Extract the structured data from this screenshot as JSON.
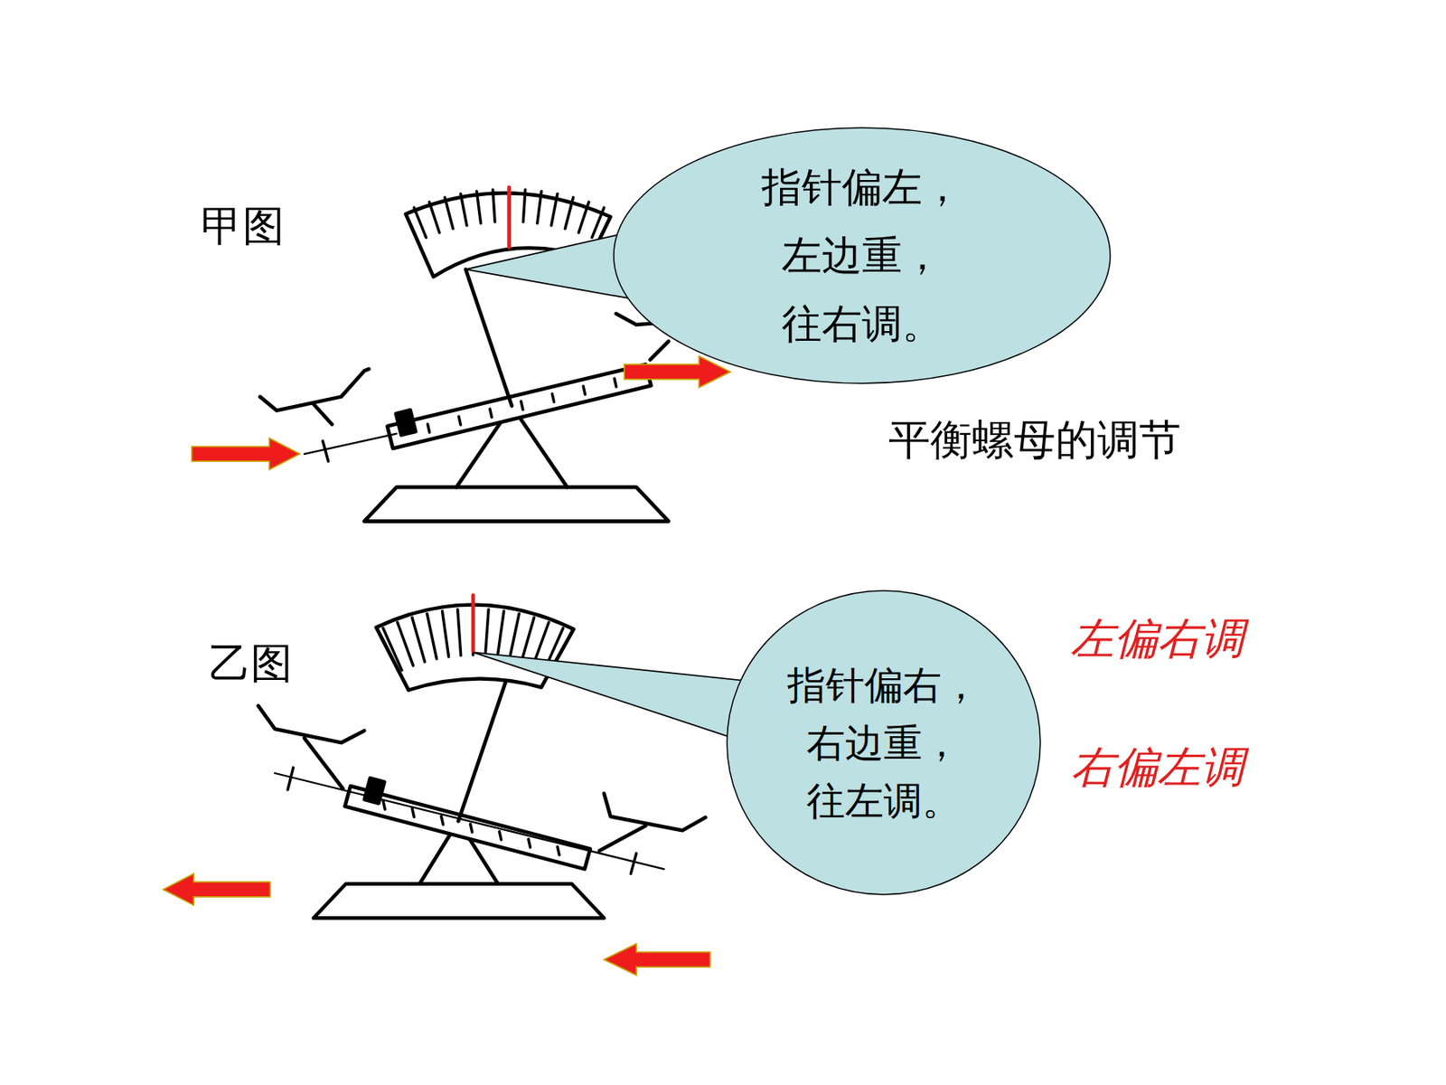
{
  "diagram": {
    "title": "平衡螺母的调节",
    "nodes": [
      {
        "text": [
          "指针偏左， 左边重， 往右调。"
        ]
      },
      {
        "text": [
          "指针偏右， 右边重， 往左调。"
        ]
      }
    ],
    "labels": [
      "甲图",
      "乙图",
      "左偏右调",
      "右偏左调"
    ]
  }
}
